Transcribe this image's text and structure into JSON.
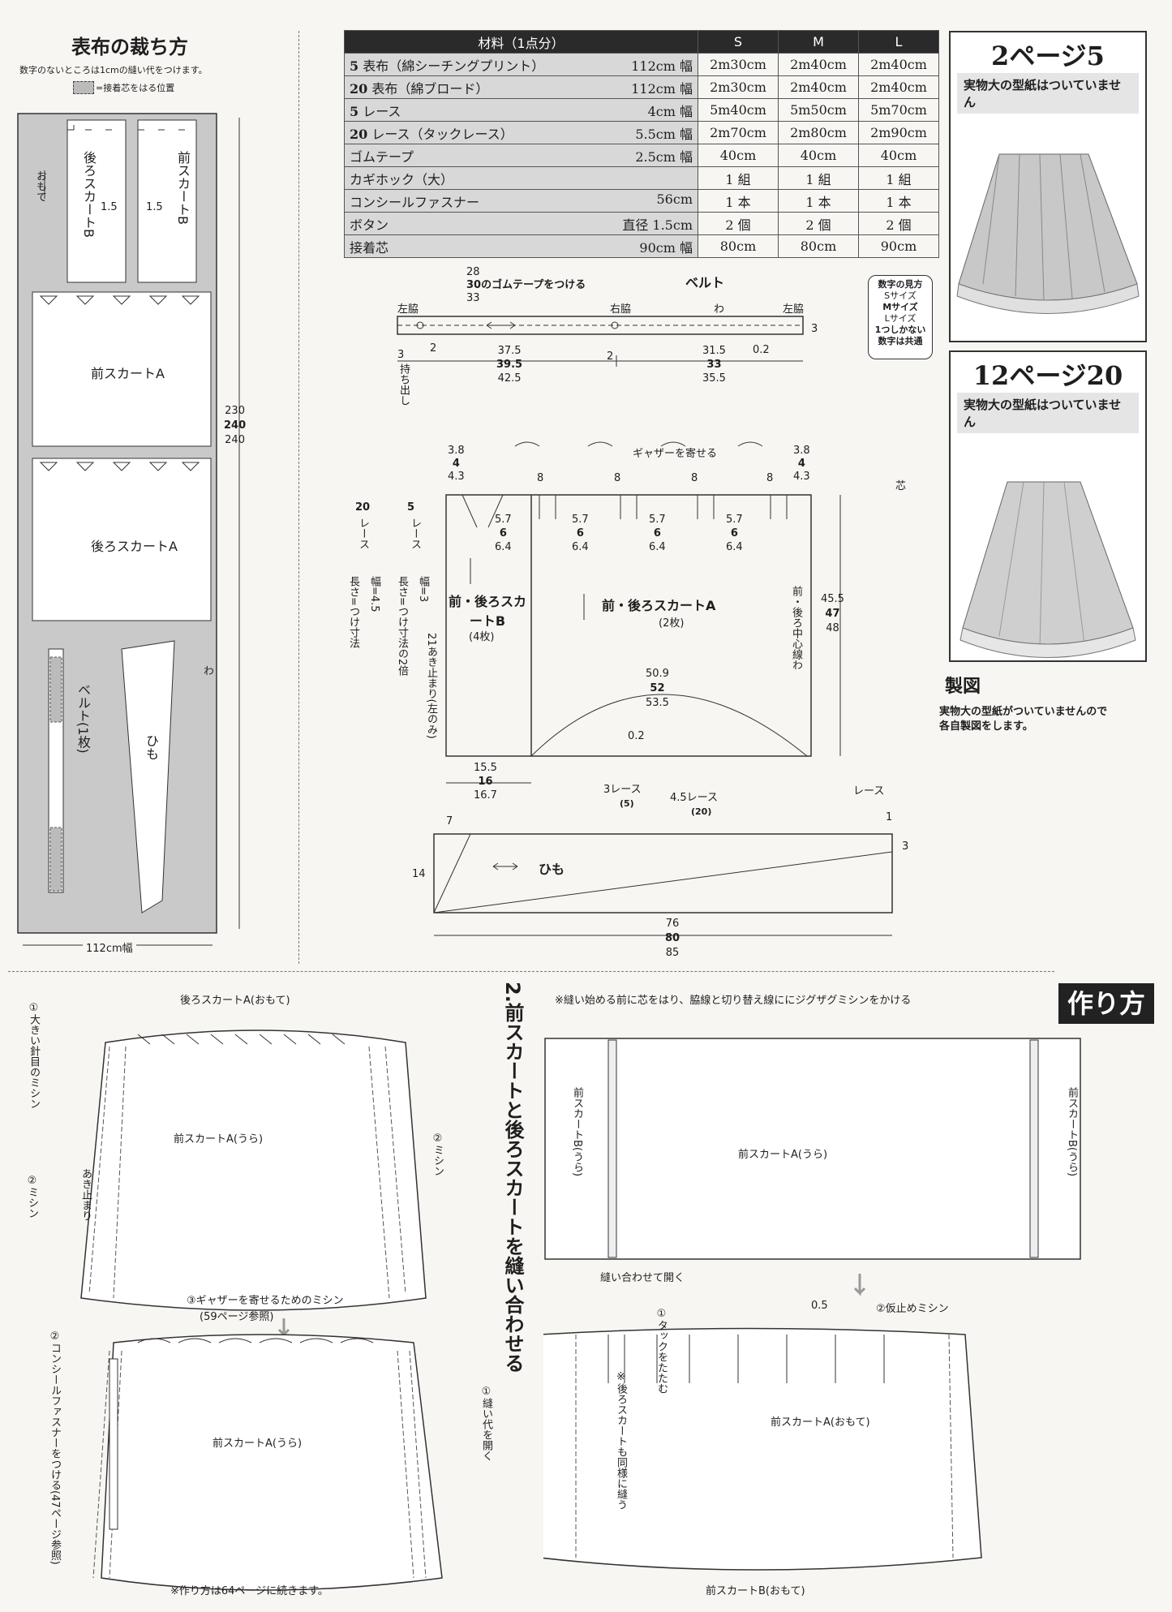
{
  "cutting": {
    "title": "表布の裁ち方",
    "note": "数字のないところは1cmの縫い代をつけます。",
    "legend": "=接着芯をはる位置",
    "piece_back_skirt_b": "後ろスカートB",
    "piece_front_skirt_b": "前スカートB",
    "piece_front_skirt_a": "前スカートA",
    "piece_back_skirt_a": "後ろスカートA",
    "piece_belt": "ベルト(1枚)",
    "piece_tie": "ひも",
    "fold": "わ",
    "grain_fold": "おもて",
    "seam_b1": "1.5",
    "seam_b2": "1.5",
    "len_s": "230",
    "len_m": "240",
    "len_l": "240",
    "width": "112cm幅"
  },
  "materials": {
    "header": "材料（1点分）",
    "sizes": [
      "S",
      "M",
      "L"
    ],
    "rows": [
      {
        "num": "5",
        "name": "表布（綿シーチングプリント）",
        "spec": "112cm 幅",
        "values": [
          "2m30cm",
          "2m40cm",
          "2m40cm"
        ]
      },
      {
        "num": "20",
        "name": "表布（綿ブロード）",
        "spec": "112cm 幅",
        "values": [
          "2m30cm",
          "2m40cm",
          "2m40cm"
        ]
      },
      {
        "num": "5",
        "name": "レース",
        "spec": "4cm 幅",
        "values": [
          "5m40cm",
          "5m50cm",
          "5m70cm"
        ]
      },
      {
        "num": "20",
        "name": "レース（タックレース）",
        "spec": "5.5cm 幅",
        "values": [
          "2m70cm",
          "2m80cm",
          "2m90cm"
        ]
      },
      {
        "num": "",
        "name": "ゴムテープ",
        "spec": "2.5cm 幅",
        "values": [
          "40cm",
          "40cm",
          "40cm"
        ]
      },
      {
        "num": "",
        "name": "カギホック（大）",
        "spec": "",
        "values": [
          "1 組",
          "1 組",
          "1 組"
        ]
      },
      {
        "num": "",
        "name": "コンシールファスナー",
        "spec": "56cm",
        "values": [
          "1 本",
          "1 本",
          "1 本"
        ]
      },
      {
        "num": "",
        "name": "ボタン",
        "spec": "直径 1.5cm",
        "values": [
          "2 個",
          "2 個",
          "2 個"
        ]
      },
      {
        "num": "",
        "name": "接着芯",
        "spec": "90cm 幅",
        "values": [
          "80cm",
          "80cm",
          "90cm"
        ]
      }
    ]
  },
  "panels": [
    {
      "head": "2ページ5",
      "note": "実物大の型紙はついていません"
    },
    {
      "head": "12ページ20",
      "note": "実物大の型紙はついていません"
    }
  ],
  "key": {
    "title": "数字の見方",
    "s": "Sサイズ",
    "m": "Mサイズ",
    "l": "Lサイズ",
    "common1": "1つしかない",
    "common2": "数字は共通"
  },
  "drafting": {
    "title": "製図",
    "desc1": "実物大の型紙がついていませんので",
    "desc2": "各自製図をします。"
  },
  "belt": {
    "title": "ベルト",
    "elastic": "30のゴムテープをつける",
    "elastic_s": "28",
    "elastic_l": "33",
    "left_side": "左脇",
    "right_side": "右脇",
    "left_side2": "左脇",
    "fold": "わ",
    "overlap": "持ち出し",
    "d3": "3",
    "d3b": "3",
    "d2a": "2",
    "d2b": "2",
    "d02": "0.2",
    "l1s": "37.5",
    "l1m": "39.5",
    "l1l": "42.5",
    "l2s": "31.5",
    "l2m": "33",
    "l2l": "35.5"
  },
  "skirt": {
    "gather": "ギャザーを寄せる",
    "piece_b": "前・後ろスカートB",
    "piece_b_count": "(4枚)",
    "piece_a": "前・後ろスカートA",
    "piece_a_count": "(2枚)",
    "center": "前・後ろ中心線わ",
    "opening": "21あき止まり(左のみ)",
    "interfacing": "芯",
    "lace": "レース",
    "lace20_num": "20",
    "lace20_a": "レース",
    "lace20_b": "幅=4.5",
    "lace20_c": "長さ=つけ寸法",
    "lace5_num": "5",
    "lace5_a": "レース",
    "lace5_b": "幅=3",
    "lace5_c": "長さ=つけ寸法の2倍",
    "lace_a": "3レース",
    "lace_a_n": "(5)",
    "lace_b": "4.5レース",
    "lace_b_n": "(20)",
    "hem_s": "50.9",
    "hem_m": "52",
    "hem_l": "53.5",
    "len_s": "45.5",
    "len_m": "47",
    "len_l": "48",
    "b_s": "15.5",
    "b_m": "16",
    "b_l": "16.7",
    "top_s": "3.8",
    "top_m": "4",
    "top_l": "4.3",
    "tuck8": "8",
    "tw_s": "5.7",
    "tw_m": "6",
    "tw_l": "6.4",
    "hem02": "0.2"
  },
  "tie": {
    "label": "ひも",
    "d7": "7",
    "d14": "14",
    "d1": "1",
    "d3": "3",
    "len_s": "76",
    "len_m": "80",
    "len_l": "85"
  },
  "howto": {
    "tag": "作り方",
    "step_title": "2.前スカートと後ろスカートを縫い合わせる",
    "note": "※縫い始める前に芯をはり、脇線と切り替え線ににジグザグミシンをかける",
    "back_a_face": "後ろスカートA(おもて)",
    "front_a_back": "前スカートA(うら)",
    "step1_large": "①大きい針目のミシン",
    "step2_sew": "②ミシン",
    "step2_sew_b": "②ミシン",
    "opening_stop": "あき止まり",
    "gather_stitch": "③ギャザーを寄せるためのミシン",
    "gather_ref": "(59ページ参照)",
    "zipper": "②コンシールファスナーをつける(47ページ参照)",
    "open_seam": "①縫い代を開く",
    "continue": "※作り方は64ページに続きます。",
    "front_a_back2": "前スカートA(うら)",
    "front_b_back_l": "前スカートB(うら)",
    "front_b_back_r": "前スカートB(うら)",
    "sew_open": "縫い合わせて開く",
    "tuck": "①タックをたたむ",
    "baste": "②仮止めミシン",
    "d05": "0.5",
    "back_same": "※後ろスカートも同様に縫う",
    "front_a_face": "前スカートA(おもて)",
    "front_b_face": "前スカートB(おもて)"
  }
}
